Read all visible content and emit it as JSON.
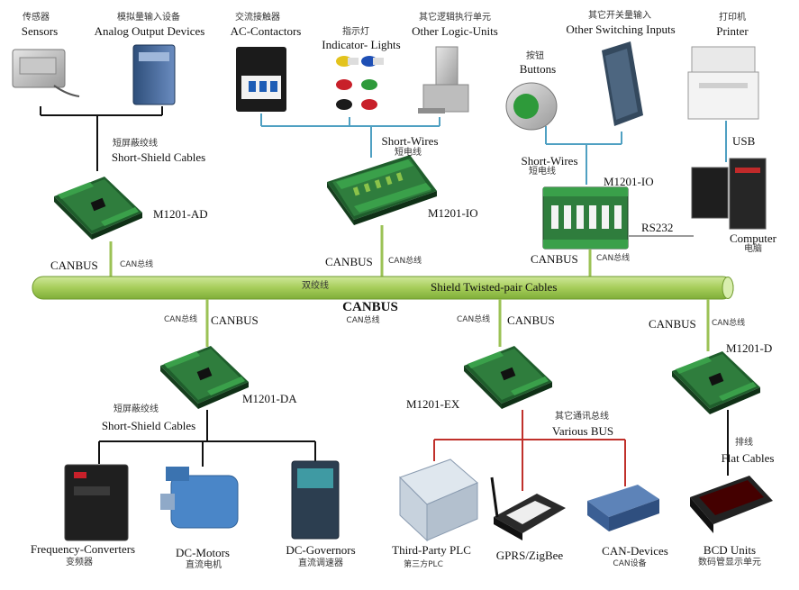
{
  "bus": {
    "title": "CANBUS",
    "title_zh": "CAN总线",
    "cable_zh": "双绞线",
    "cable_en": "Shield Twisted-pair  Cables"
  },
  "top_devices": {
    "sensors": {
      "zh": "传感器",
      "en": "Sensors"
    },
    "analog": {
      "zh": "模拟量输入设备",
      "en": "Analog Output Devices"
    },
    "contactors": {
      "zh": "交流接触器",
      "en": "AC-Contactors"
    },
    "lights": {
      "zh": "指示灯",
      "en": "Indicator- Lights"
    },
    "logic": {
      "zh": "其它逻辑执行单元",
      "en": "Other Logic-Units"
    },
    "buttons": {
      "zh": "按钮",
      "en": "Buttons"
    },
    "switching": {
      "zh": "其它开关量输入",
      "en": "Other Switching Inputs"
    },
    "printer": {
      "zh": "打印机",
      "en": "Printer"
    },
    "computer": {
      "en": "Computer",
      "zh": "电脑"
    }
  },
  "cables": {
    "short_shield_zh": "短屏蔽绞线",
    "short_shield_en": "Short-Shield Cables",
    "short_wires_en": "Short-Wires",
    "short_wires_zh": "短电线",
    "usb": "USB",
    "rs232": "RS232",
    "various_bus_zh": "其它通讯总线",
    "various_bus_en": "Various BUS",
    "flat_zh": "排线",
    "flat_en": "Flat Cables"
  },
  "connector": {
    "canbus_en": "CANBUS",
    "canbus_zh": "CAN总线"
  },
  "modules": {
    "ad": "M1201-AD",
    "io1": "M1201-IO",
    "io2": "M1201-IO",
    "da": "M1201-DA",
    "ex": "M1201-EX",
    "d": "M1201-D"
  },
  "bottom_devices": {
    "freq": {
      "en": "Frequency-Converters",
      "zh": "变频器"
    },
    "motors": {
      "en": "DC-Motors",
      "zh": "直流电机"
    },
    "governors": {
      "en": "DC-Governors",
      "zh": "直流调速器"
    },
    "plc": {
      "en": "Third-Party PLC",
      "zh": "第三方PLC"
    },
    "gprs": {
      "en": "GPRS/ZigBee"
    },
    "can_dev": {
      "en": "CAN-Devices",
      "zh": "CAN设备"
    },
    "bcd": {
      "en": "BCD Units",
      "zh": "数码管显示单元"
    }
  },
  "colors": {
    "bus_fill": "#a6cd5a",
    "bus_edge": "#6e9a2c",
    "drop": "#9bc255",
    "short_wire": "#4fa0c2",
    "short_shield": "#111111",
    "various_bus": "#c0302b",
    "module_green": "#2f7d3d",
    "module_terminal": "#3aa04a"
  }
}
